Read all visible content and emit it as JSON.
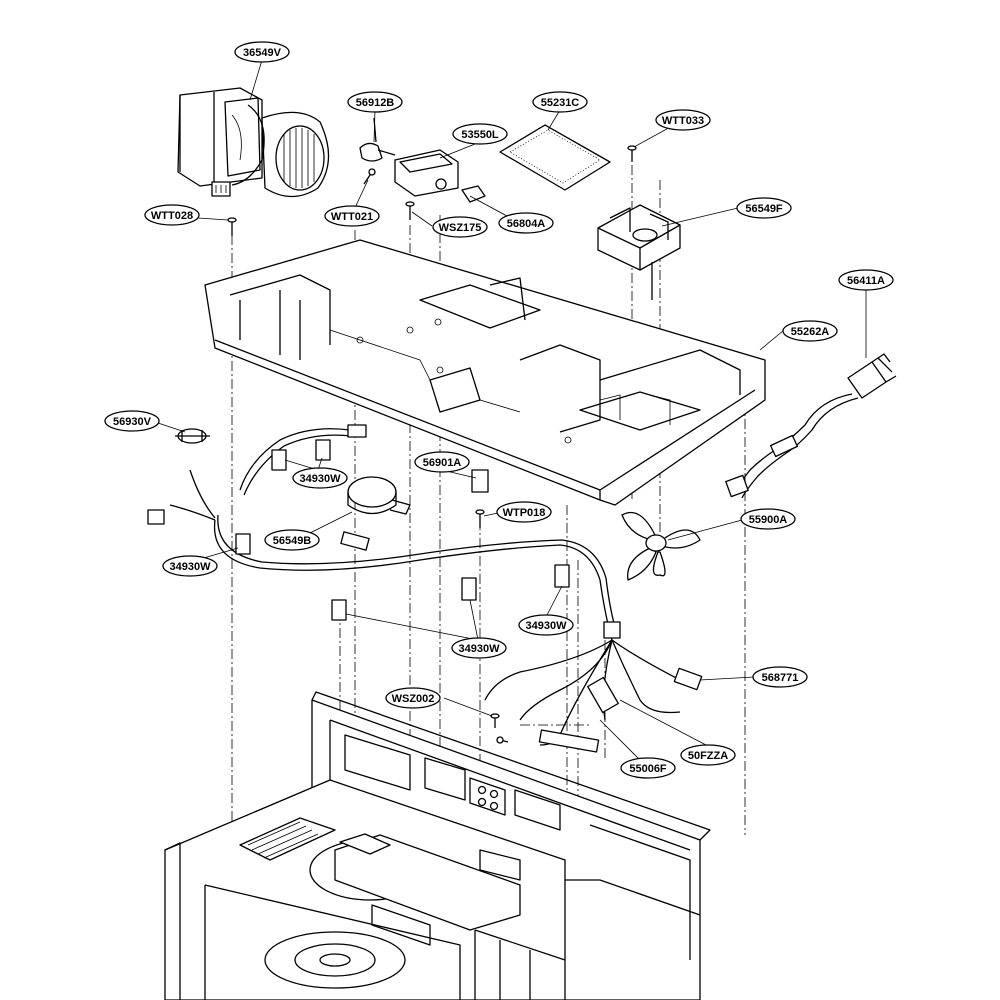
{
  "diagram": {
    "callouts": [
      {
        "id": "c-36549V",
        "label": "36549V"
      },
      {
        "id": "c-56912B",
        "label": "56912B"
      },
      {
        "id": "c-55231C",
        "label": "55231C"
      },
      {
        "id": "c-WTT033",
        "label": "WTT033"
      },
      {
        "id": "c-53550L",
        "label": "53550L"
      },
      {
        "id": "c-WTT028",
        "label": "WTT028"
      },
      {
        "id": "c-WTT021",
        "label": "WTT021"
      },
      {
        "id": "c-WSZ175",
        "label": "WSZ175"
      },
      {
        "id": "c-56804A",
        "label": "56804A"
      },
      {
        "id": "c-56549F",
        "label": "56549F"
      },
      {
        "id": "c-56411A",
        "label": "56411A"
      },
      {
        "id": "c-55262A",
        "label": "55262A"
      },
      {
        "id": "c-56930V",
        "label": "56930V"
      },
      {
        "id": "c-34930W-a",
        "label": "34930W"
      },
      {
        "id": "c-56901A",
        "label": "56901A"
      },
      {
        "id": "c-WTP018",
        "label": "WTP018"
      },
      {
        "id": "c-55900A",
        "label": "55900A"
      },
      {
        "id": "c-56549B",
        "label": "56549B"
      },
      {
        "id": "c-34930W-b",
        "label": "34930W"
      },
      {
        "id": "c-34930W-c",
        "label": "34930W"
      },
      {
        "id": "c-34930W-d",
        "label": "34930W"
      },
      {
        "id": "c-568771",
        "label": "568771"
      },
      {
        "id": "c-WSZ002",
        "label": "WSZ002"
      },
      {
        "id": "c-50FZZA",
        "label": "50FZZA"
      },
      {
        "id": "c-55006F",
        "label": "55006F"
      }
    ]
  }
}
